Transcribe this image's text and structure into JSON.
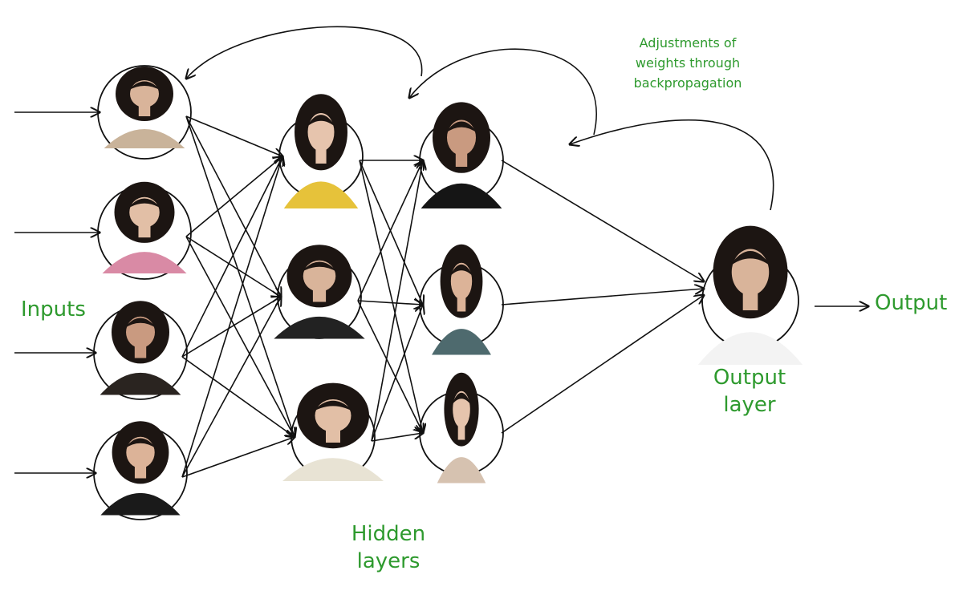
{
  "labels": {
    "inputs": "Inputs",
    "output": "Output",
    "output_layer": [
      "Output",
      "layer"
    ],
    "hidden_layers": [
      "Hidden",
      "layers"
    ],
    "backprop": [
      "Adjustments of",
      "weights through",
      "backpropagation"
    ]
  },
  "colors": {
    "label_green": "#2e9a2e",
    "lines": "#111111"
  },
  "layers": {
    "input": [
      "person-photo",
      "person-photo",
      "person-photo",
      "person-photo"
    ],
    "hidden_1": [
      "person-photo",
      "person-photo",
      "person-photo"
    ],
    "hidden_2": [
      "person-photo",
      "person-photo",
      "person-photo"
    ],
    "output": [
      "person-photo"
    ]
  }
}
